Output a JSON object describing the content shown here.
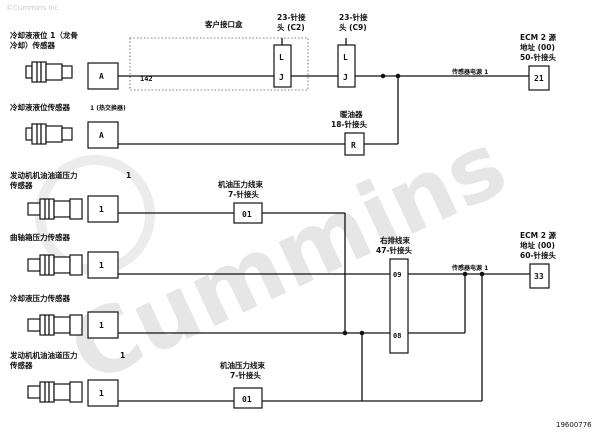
{
  "copyright": "©Cummins Inc",
  "watermark": "Cummins",
  "figure_id": "19600776",
  "sensors": {
    "coolant_level_1": {
      "title_line1": "冷却液液位 1（龙骨",
      "title_line2": "冷却）传感器",
      "pin": "A"
    },
    "coolant_level_2": {
      "title": "冷却液液位传感器",
      "note": "1 (热交换器)",
      "pin": "A"
    },
    "oil_pressure_1": {
      "title_line1": "发动机机油油道压力",
      "title_num": "1",
      "title_line2": "传感器",
      "pin": "1"
    },
    "crankcase": {
      "title": "曲轴箱压力传感器",
      "pin": "1"
    },
    "coolant_pressure": {
      "title": "冷却液压力传感器",
      "pin": "1"
    },
    "oil_pressure_2": {
      "title_line1": "发动机机油油道压力",
      "title_num": "1",
      "title_line2": "传感器",
      "pin": "1"
    }
  },
  "connectors": {
    "customer_box": {
      "title": "客户接口盒",
      "pin": "142"
    },
    "c02": {
      "title_line1": "23-针接",
      "title_line2": "头 (C2)",
      "pins": [
        "L",
        "J"
      ]
    },
    "c9": {
      "title_line1": "23-针接",
      "title_line2": "头 (C9)",
      "pins": [
        "L",
        "J"
      ]
    },
    "heater": {
      "title_line1": "暖油器",
      "title_line2": "18-针接头",
      "pin": "R"
    },
    "oil_harness_1": {
      "title_line1": "机油压力线束",
      "title_line2": "7-针接头",
      "pin": "01"
    },
    "oil_harness_2": {
      "title_line1": "机油压力线束",
      "title_line2": "7-针接头",
      "pin": "01"
    },
    "right_harness": {
      "title_line1": "右排线束",
      "title_line2": "47-针接头",
      "pins": [
        "09",
        "08"
      ]
    },
    "ecm_top": {
      "title_line1": "ECM 2 源",
      "title_line2": "地址 (00)",
      "title_line3": "50-针接头",
      "pin": "21",
      "wire_label": "传感器电源 1"
    },
    "ecm_bottom": {
      "title_line1": "ECM 2 源",
      "title_line2": "地址 (00)",
      "title_line3": "60-针接头",
      "pin": "33",
      "wire_label": "传感器电源 1"
    }
  }
}
